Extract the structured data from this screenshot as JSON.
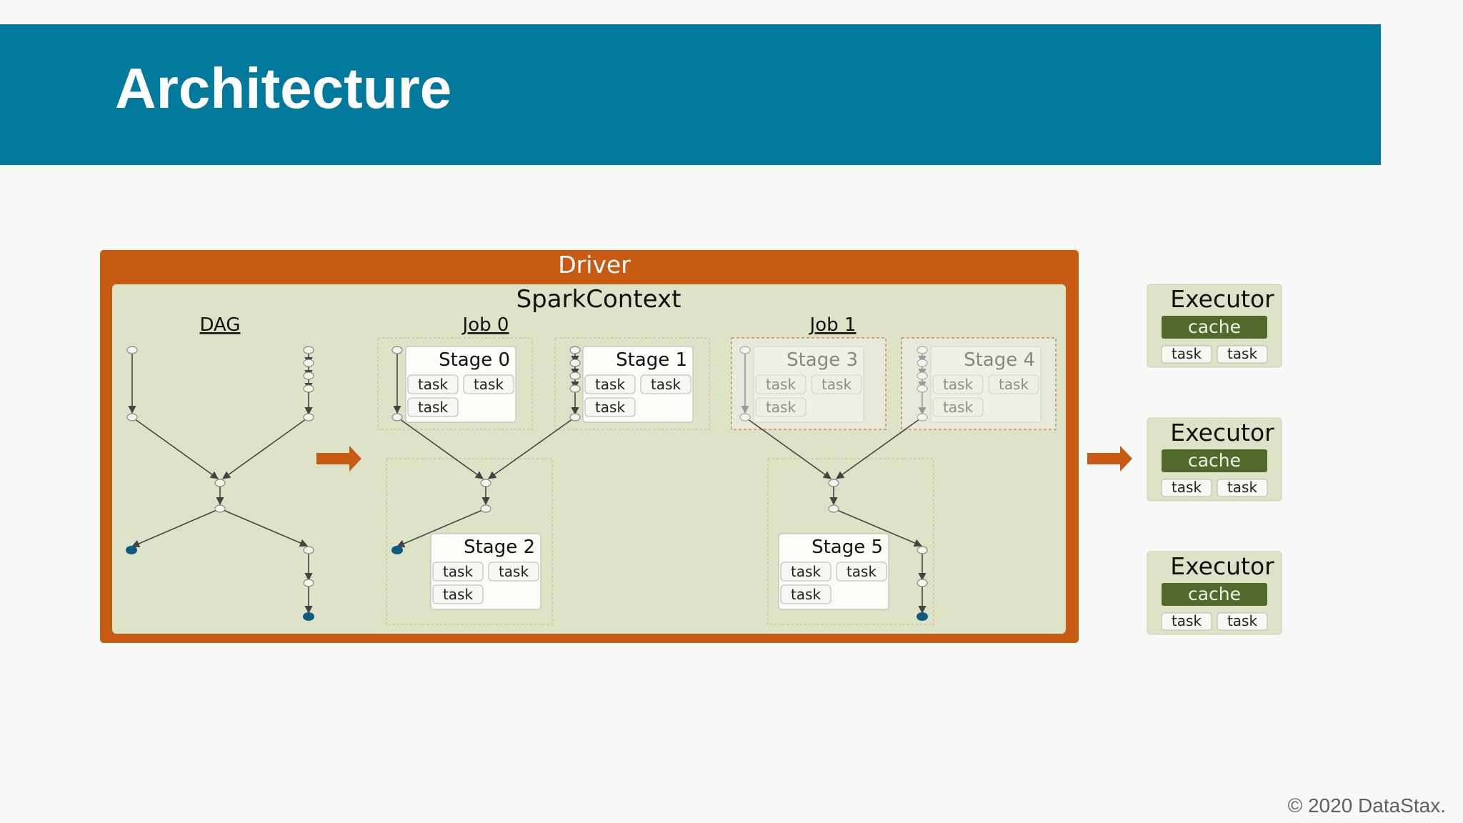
{
  "slide": {
    "title": "Architecture",
    "copyright": "© 2020 DataStax."
  },
  "colors": {
    "title_bar": "#00799c",
    "driver": "#c75b14",
    "context_bg": "#dde3c6",
    "executor_bg": "#dde3c6",
    "cache": "#4f6a2b",
    "arrow": "#c75b14",
    "node_terminal": "#0d5b7e"
  },
  "driver": {
    "label": "Driver",
    "context_label": "SparkContext",
    "dag_label": "DAG",
    "jobs": [
      {
        "label": "Job 0",
        "stages": [
          {
            "label": "Stage 0",
            "tasks": [
              "task",
              "task",
              "task"
            ]
          },
          {
            "label": "Stage 1",
            "tasks": [
              "task",
              "task",
              "task"
            ]
          },
          {
            "label": "Stage 2",
            "tasks": [
              "task",
              "task",
              "task"
            ]
          }
        ]
      },
      {
        "label": "Job 1",
        "stages": [
          {
            "label": "Stage 3",
            "tasks": [
              "task",
              "task",
              "task"
            ]
          },
          {
            "label": "Stage 4",
            "tasks": [
              "task",
              "task",
              "task"
            ]
          },
          {
            "label": "Stage 5",
            "tasks": [
              "task",
              "task",
              "task"
            ]
          }
        ]
      }
    ]
  },
  "executors": [
    {
      "label": "Executor",
      "cache": "cache",
      "tasks": [
        "task",
        "task"
      ]
    },
    {
      "label": "Executor",
      "cache": "cache",
      "tasks": [
        "task",
        "task"
      ]
    },
    {
      "label": "Executor",
      "cache": "cache",
      "tasks": [
        "task",
        "task"
      ]
    }
  ]
}
